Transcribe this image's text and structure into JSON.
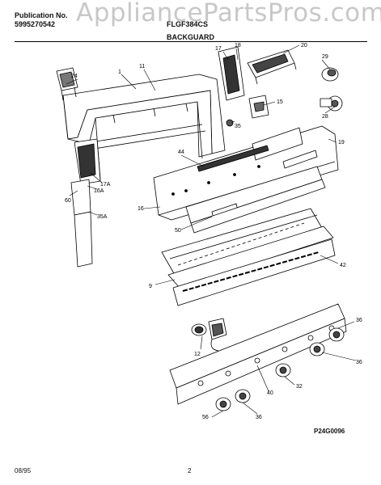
{
  "header": {
    "publication_label": "Publication No.",
    "publication_number": "5995270542",
    "model": "FLGF384CS",
    "watermark": "AppliancePartsPros.com",
    "section_title": "BACKGUARD"
  },
  "callouts": {
    "c1": "1",
    "c11": "11",
    "c24": "24",
    "c17": "17",
    "c18": "18",
    "c20": "20",
    "c29": "29",
    "c15": "15",
    "c35": "35",
    "c28": "28",
    "c19": "19",
    "c44": "44",
    "c16": "16",
    "c17a": "17A",
    "c16a": "16A",
    "c60": "60",
    "c35a": "35A",
    "c50": "50",
    "c42": "42",
    "c9": "9",
    "c36a": "36",
    "c12": "12",
    "c36b": "36",
    "c32": "32",
    "c40": "40",
    "c56": "56",
    "c36c": "36"
  },
  "footer": {
    "date": "08/95",
    "page": "2",
    "figure_code": "P24G0096"
  }
}
